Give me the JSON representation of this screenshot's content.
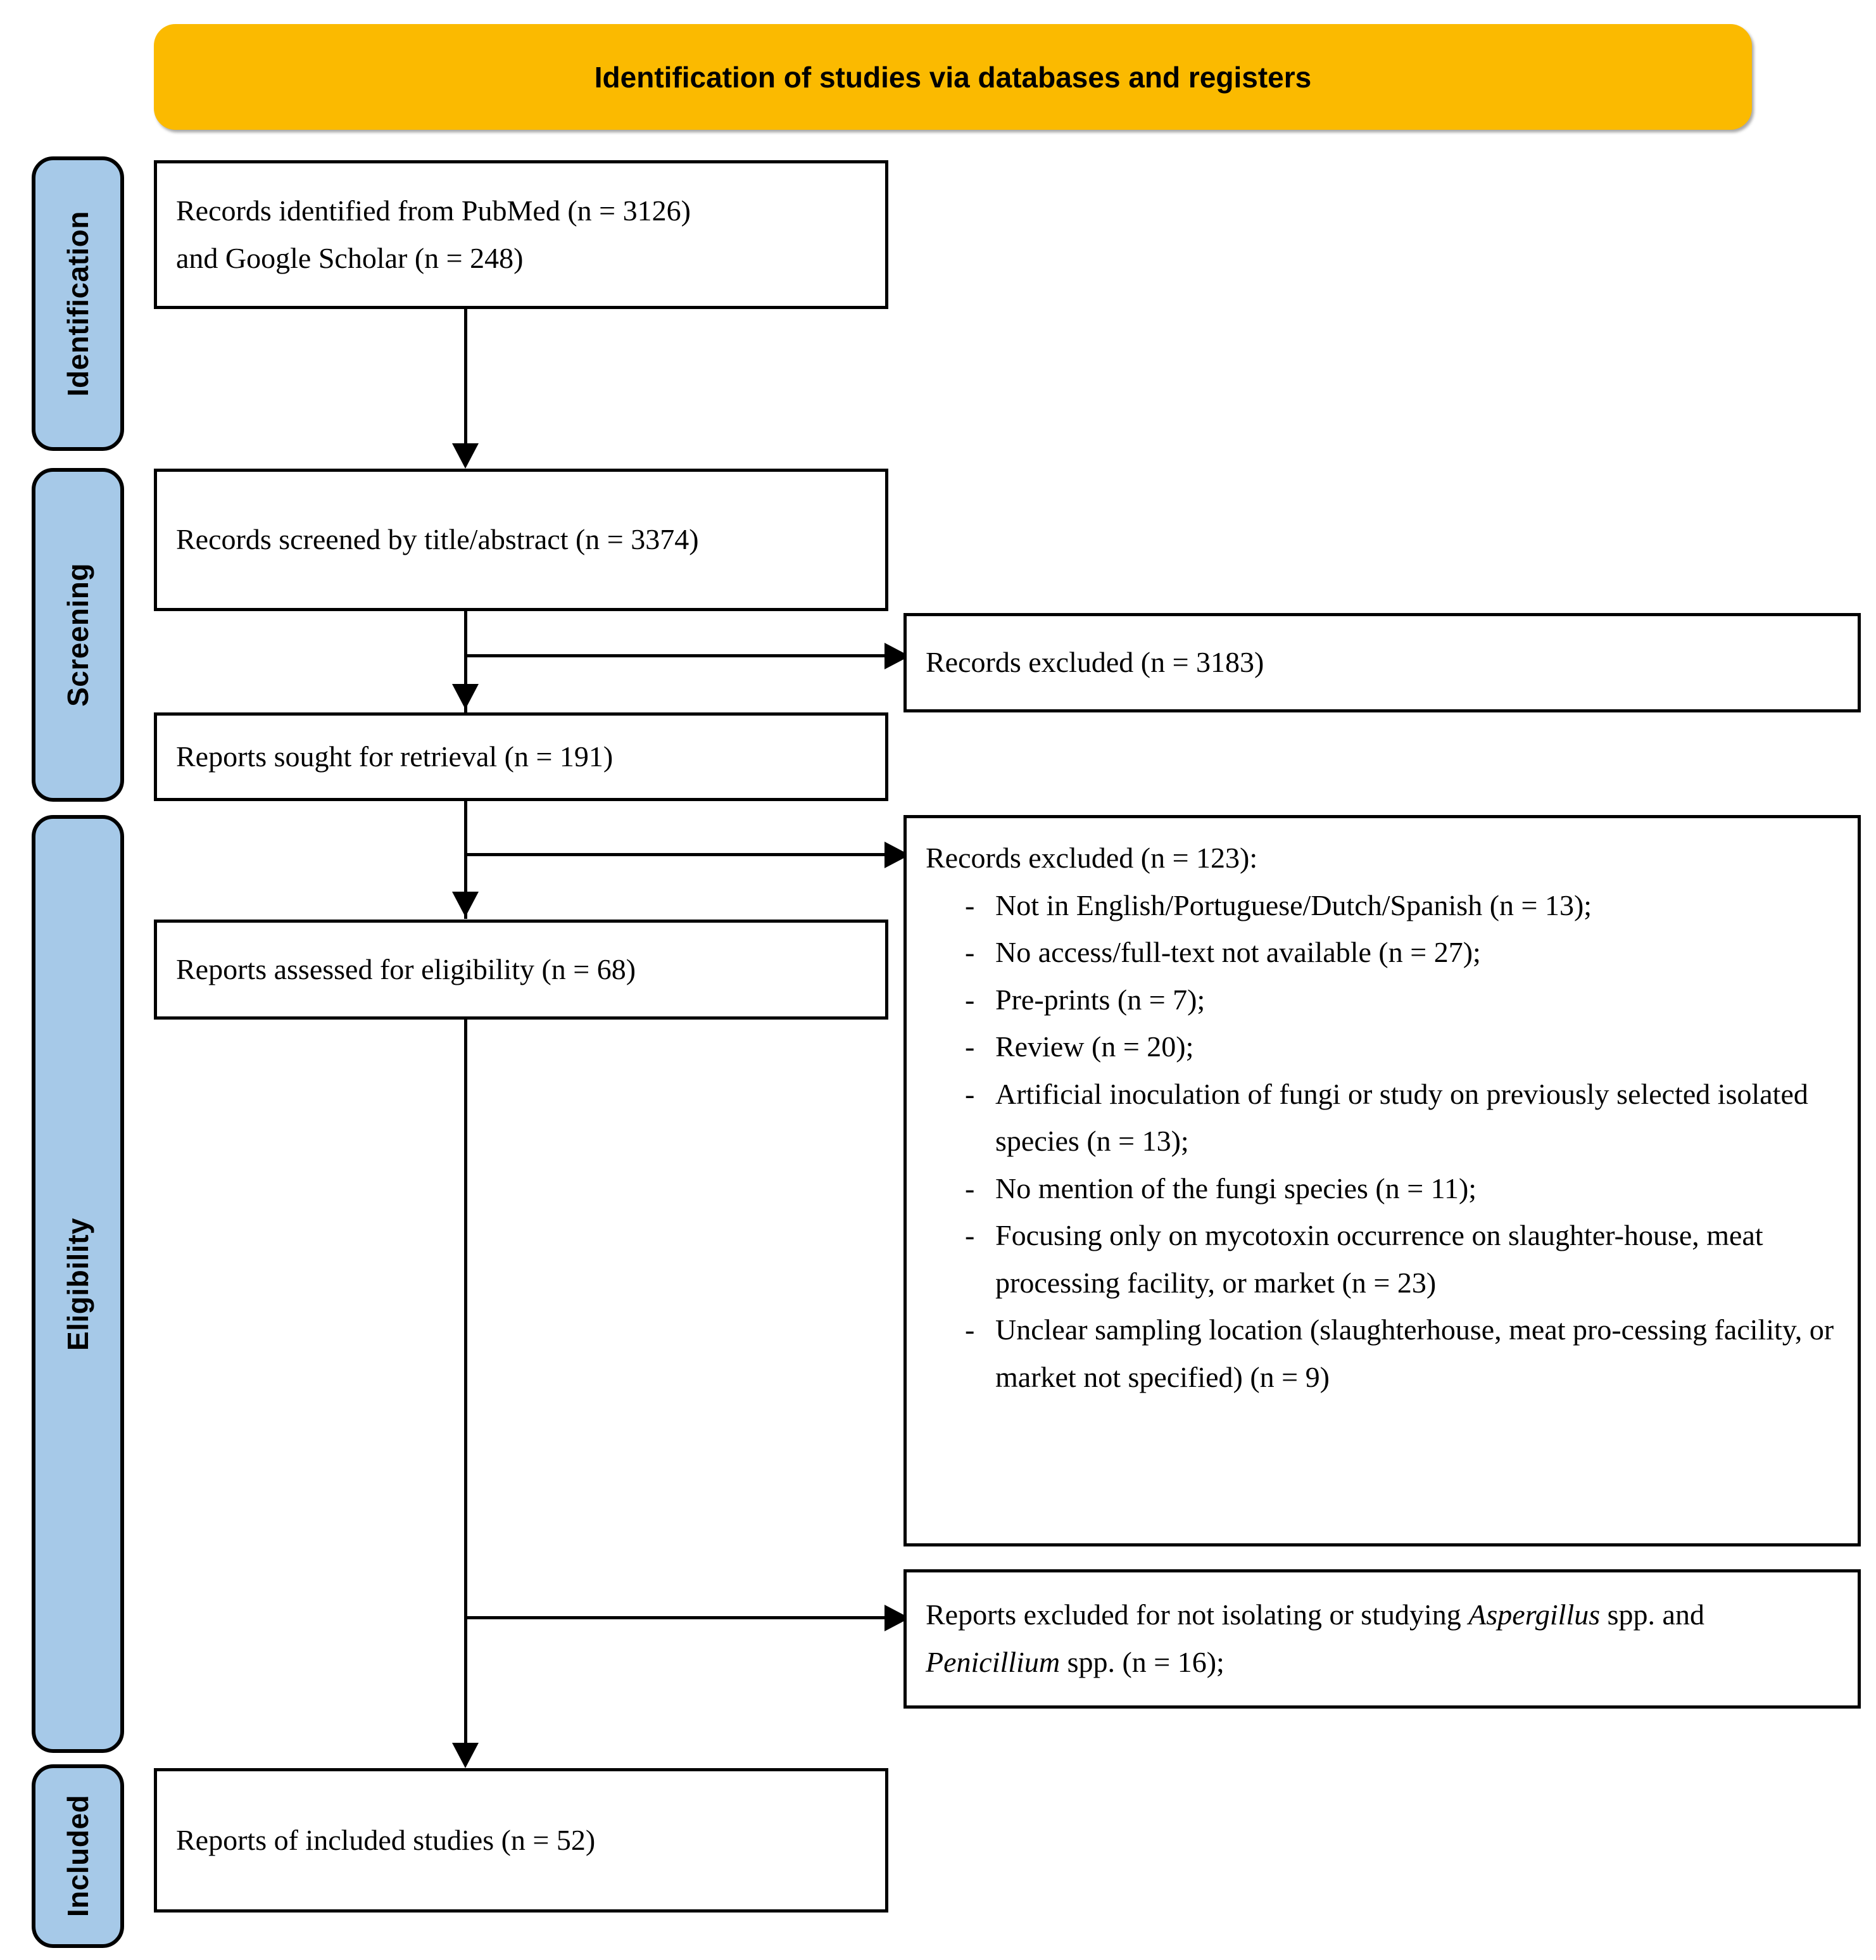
{
  "header": {
    "title": "Identification of studies via databases and registers",
    "color": "#FBBA00"
  },
  "stages": [
    {
      "label": "Identification"
    },
    {
      "label": "Screening"
    },
    {
      "label": "Eligibility"
    },
    {
      "label": "Included"
    }
  ],
  "stage_color": "#A6C9E8",
  "boxes": {
    "identified": {
      "line1": "Records identified from PubMed (n = 3126)",
      "line2": "and Google Scholar (n = 248)"
    },
    "screened": {
      "line1": "Records screened by title/abstract (n = 3374)"
    },
    "excluded_screening": {
      "line1": "Records excluded (n = 3183)"
    },
    "sought": {
      "line1": "Reports sought for retrieval (n = 191)"
    },
    "assessed": {
      "line1": "Reports assessed for eligibility (n = 68)"
    },
    "excluded_eligibility": {
      "heading": "Records excluded (n = 123):",
      "bullet_marker": "-",
      "items": [
        "Not in English/Portuguese/Dutch/Spanish (n = 13);",
        "No access/full-text not available (n = 27);",
        "Pre-prints (n = 7);",
        "Review (n = 20);",
        "Artificial inoculation of fungi or study on previously selected isolated species (n = 13);",
        "No mention of the fungi species (n = 11);",
        "Focusing only on mycotoxin occurrence on slaughter-house, meat processing facility, or market (n = 23)",
        "Unclear sampling location (slaughterhouse, meat pro-cessing facility, or market not specified) (n = 9)"
      ]
    },
    "excluded_species": {
      "part1": "Reports excluded for not isolating or studying ",
      "italic1": "Aspergillus",
      "part2": " spp. and ",
      "italic2": "Penicillium",
      "part3": " spp. (n = 16);"
    },
    "included": {
      "line1": "Reports of included studies (n = 52)"
    }
  }
}
